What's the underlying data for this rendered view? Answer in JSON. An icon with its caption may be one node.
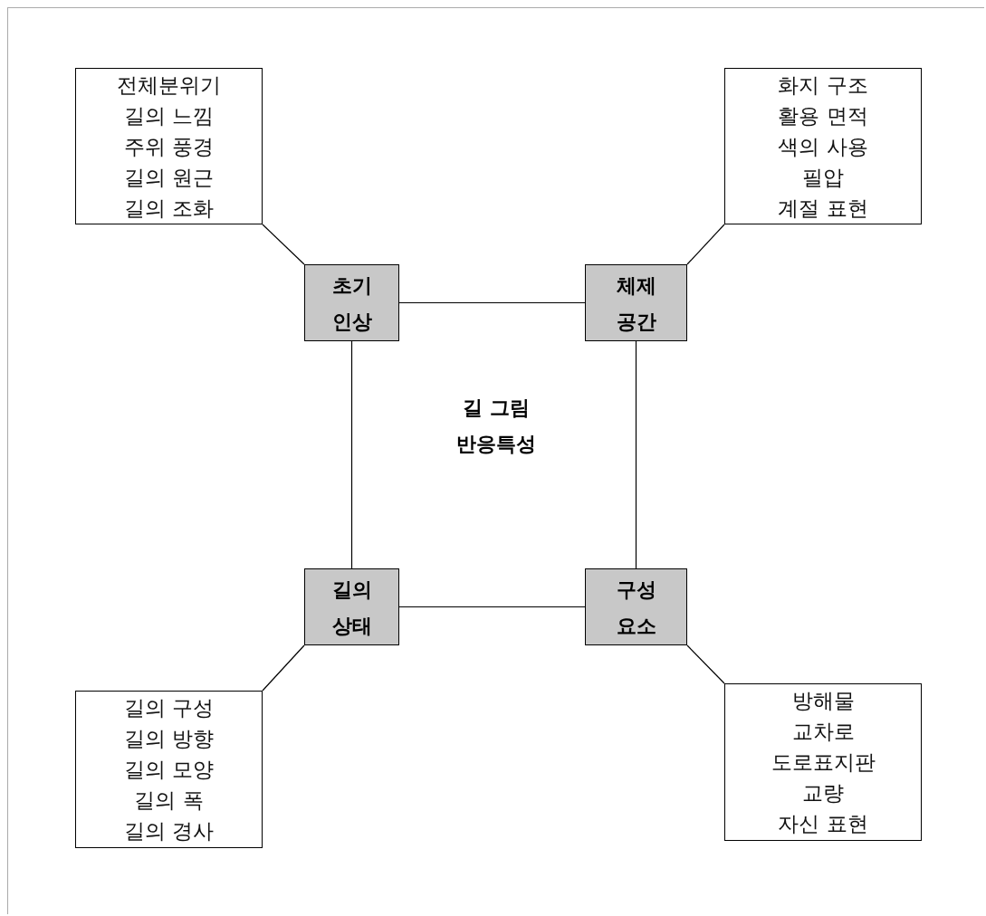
{
  "diagram": {
    "nodes": [
      {
        "text": [
          "전체분위기",
          "길의 느낌",
          "주위 풍경",
          "길의 원근",
          "길의 조화"
        ]
      },
      {
        "text": [
          "화지 구조",
          "활용 면적",
          "색의 사용",
          "필압",
          "계절 표현"
        ]
      },
      {
        "text": [
          "초기 인상"
        ]
      },
      {
        "text": [
          "체제 공간"
        ]
      },
      {
        "text": [
          "길의 상태"
        ]
      },
      {
        "text": [
          "구성 요소"
        ]
      },
      {
        "text": [
          "길의 구성",
          "길의 방향",
          "길의 모양",
          "길의 폭",
          "길의 경사"
        ]
      },
      {
        "text": [
          "방해물",
          "교차로",
          "도로표지판",
          "교량",
          "자신 표현"
        ]
      }
    ],
    "edges": [
      {
        "from": 0,
        "to": 2,
        "arrow": "none"
      },
      {
        "from": 1,
        "to": 3,
        "arrow": "none"
      },
      {
        "from": 2,
        "to": 3,
        "arrow": "none"
      },
      {
        "from": 2,
        "to": 4,
        "arrow": "none"
      },
      {
        "from": 3,
        "to": 5,
        "arrow": "none"
      },
      {
        "from": 4,
        "to": 5,
        "arrow": "none"
      },
      {
        "from": 4,
        "to": 6,
        "arrow": "none"
      },
      {
        "from": 5,
        "to": 7,
        "arrow": "none"
      }
    ],
    "labels": [
      "길 그림 반응특성"
    ]
  }
}
